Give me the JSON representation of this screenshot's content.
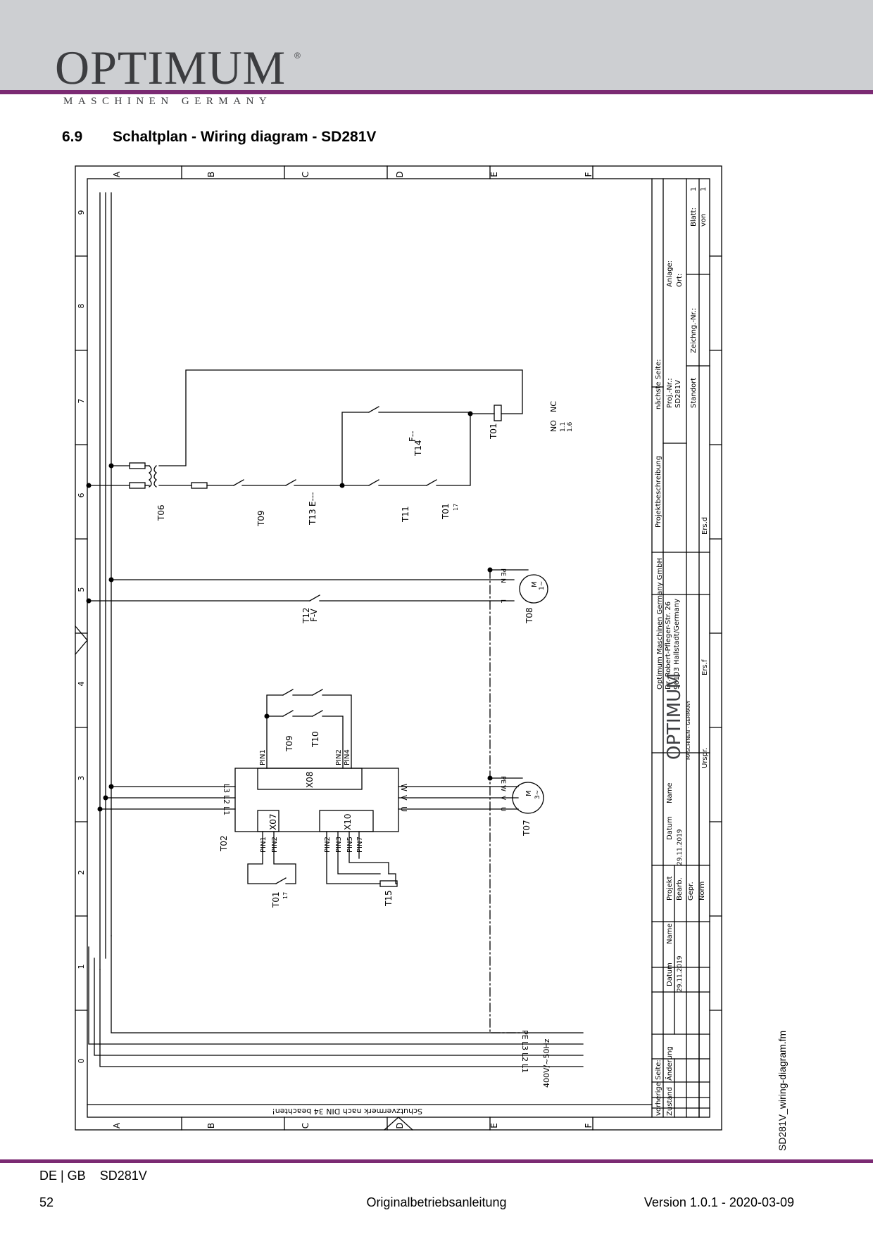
{
  "header": {
    "logo_text": "OPTIMUM",
    "logo_reg": "®",
    "logo_subtitle": "MASCHINEN GERMANY"
  },
  "section": {
    "number": "6.9",
    "title": "Schaltplan - Wiring diagram - SD281V"
  },
  "side_filename": "SD281V_wiring-diagram.fm",
  "footer": {
    "lang": "DE | GB",
    "model": "SD281V",
    "page": "52",
    "center": "Originalbetriebsanleitung",
    "version": "Version 1.0.1 - 2020-03-09"
  },
  "diagram": {
    "col_letters": [
      "A",
      "B",
      "C",
      "D",
      "E",
      "F"
    ],
    "row_numbers": [
      "9",
      "8",
      "7",
      "6",
      "5",
      "4",
      "3",
      "2",
      "1",
      "0"
    ],
    "components": {
      "T06": "T06",
      "T09": "T09",
      "T13": "T13",
      "T11": "T11",
      "T01": "T01",
      "T14": "T14",
      "T12": "T12",
      "T08": "T08",
      "T10": "T10",
      "X08": "X08",
      "X07": "X07",
      "X10": "X10",
      "T02": "T02",
      "T07": "T07",
      "T15": "T15"
    },
    "labels": {
      "e_dashes": "E---",
      "f_dashes": "F--",
      "f_v": "F-V",
      "pin1": "PIN1",
      "pin2": "PIN2",
      "pin3": "PIN3",
      "pin4": "PIN4",
      "pin5": "PIN5",
      "pin7": "PIN7",
      "l1": "L1",
      "l2": "L2",
      "l3": "L3",
      "pe": "PE",
      "u": "U",
      "v": "V",
      "w": "W",
      "l": "L",
      "n": "N",
      "m": "M",
      "three_ph": "3~",
      "one_ph": "1~",
      "supply": "400V/~50Hz",
      "contact_ref": "17",
      "no": "NO",
      "nc": "NC",
      "ref_1_1": "1.1",
      "ref_1_6": "1.6",
      "din_note": "Schutzvermerk nach DIN 34 beachten!"
    },
    "title_block": {
      "naechste_seite": "nächste Seite:",
      "anlage": "Anlage:",
      "ort": "Ort:",
      "blatt": "Blatt:",
      "blatt_val": "1",
      "von": "von",
      "von_val": "1",
      "proj_nr": "Proj.-Nr.:",
      "model": "SD281V",
      "standort": "Standort",
      "zeichng_nr": "Zeichng.-Nr.:",
      "projektbeschreibung": "Projektbeschreibung",
      "ers_d": "Ers.d",
      "ers_f": "Ers.f",
      "ursp": "Urspr.",
      "company1": "Optimum Maschinen Germany GmbH",
      "company2": "Dr.-Robert-Pfleger-Str. 26",
      "company3": "96103 Hallstadt/Germany",
      "brand": "OPTIMUM",
      "brand_sub": "MASCHINEN - GERMANY",
      "name": "Name",
      "datum": "Datum",
      "date1": "29.11.2019",
      "projekt": "Projekt",
      "bearb": "Bearb.",
      "gepr": "Gepr.",
      "norm": "Norm",
      "name2": "Name",
      "datum2": "Datum",
      "date2": "29.11.2019",
      "vorherige": "vorherige Seite:",
      "zustand": "Zustand",
      "aenderung": "Änderung"
    }
  }
}
